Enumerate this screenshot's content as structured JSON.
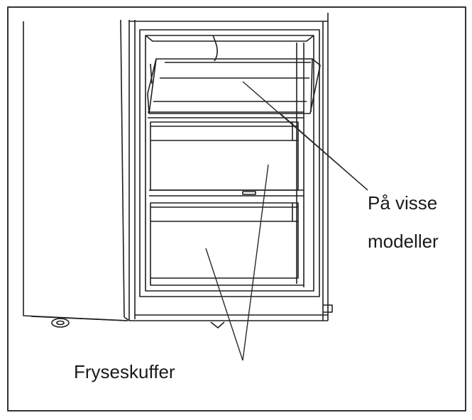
{
  "labels": {
    "some_models_line1": "På visse",
    "some_models_line2": "modeller",
    "freezer_drawers": "Fryseskuffer"
  },
  "colors": {
    "ink": "#1a1a1a",
    "frame": "#333333",
    "background": "#ffffff"
  }
}
